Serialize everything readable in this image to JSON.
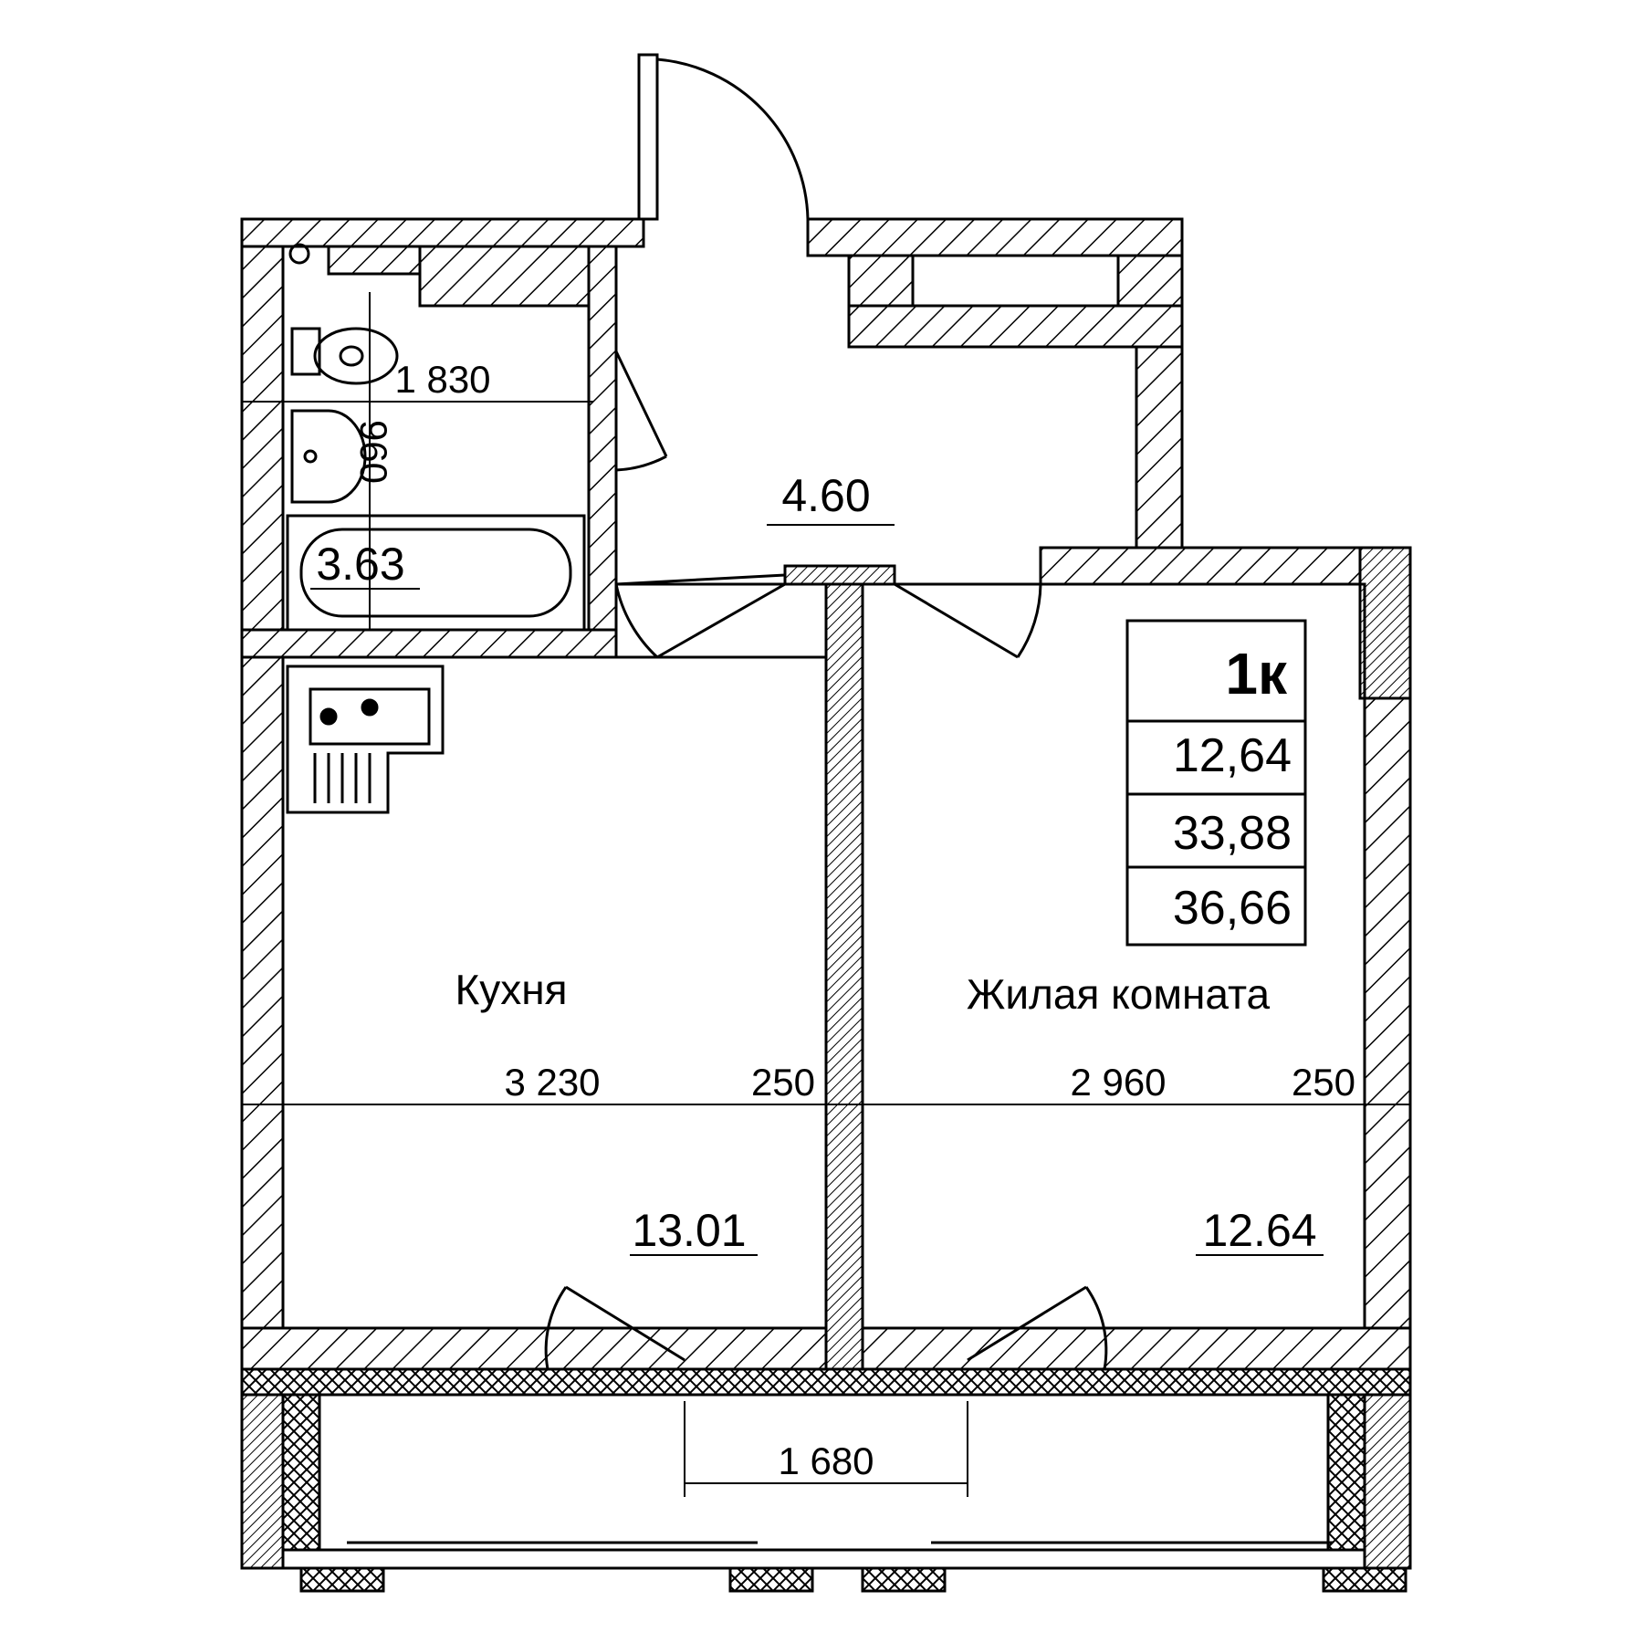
{
  "plan": {
    "rooms": {
      "kitchen": {
        "name": "Кухня",
        "area": "13.01"
      },
      "living": {
        "name": "Жилая комната",
        "area": "12.64"
      },
      "hall": {
        "area": "4.60"
      },
      "bathroom": {
        "area": "3.63"
      }
    },
    "dimensions": {
      "bath_width": "1 830",
      "bath_small": "960",
      "kitchen_width": "3 230",
      "wall_left": "250",
      "living_width": "2 960",
      "wall_right": "250",
      "balcony_opening": "1 680"
    },
    "info_box": {
      "apartment_type": "1к",
      "living_area": "12,64",
      "total_area": "33,88",
      "total_with_balcony": "36,66"
    },
    "colors": {
      "ink": "#000000",
      "paper": "#ffffff"
    }
  }
}
